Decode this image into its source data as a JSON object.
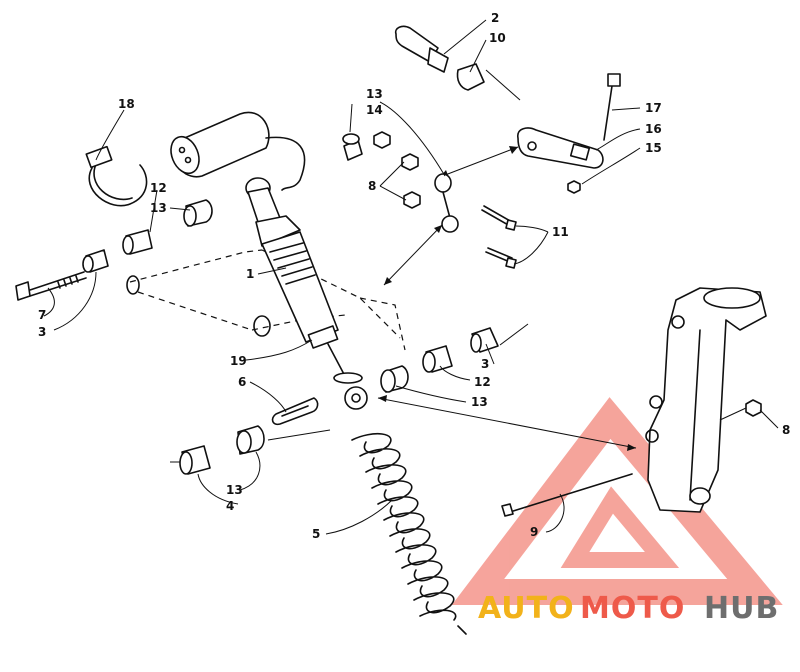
{
  "diagram": {
    "callouts": [
      "1",
      "2",
      "3",
      "4",
      "5",
      "6",
      "7",
      "8",
      "9",
      "10",
      "11",
      "12",
      "13",
      "14",
      "15",
      "16",
      "17",
      "18",
      "19"
    ]
  },
  "watermark": {
    "part1": "AUTO",
    "part2": "MOTO",
    "part3": "HUB",
    "colors": {
      "part1": "#f2b21a",
      "part2": "#ee5a4a",
      "part3": "#6e6e6e",
      "triangle": "#ee5a4a"
    }
  }
}
